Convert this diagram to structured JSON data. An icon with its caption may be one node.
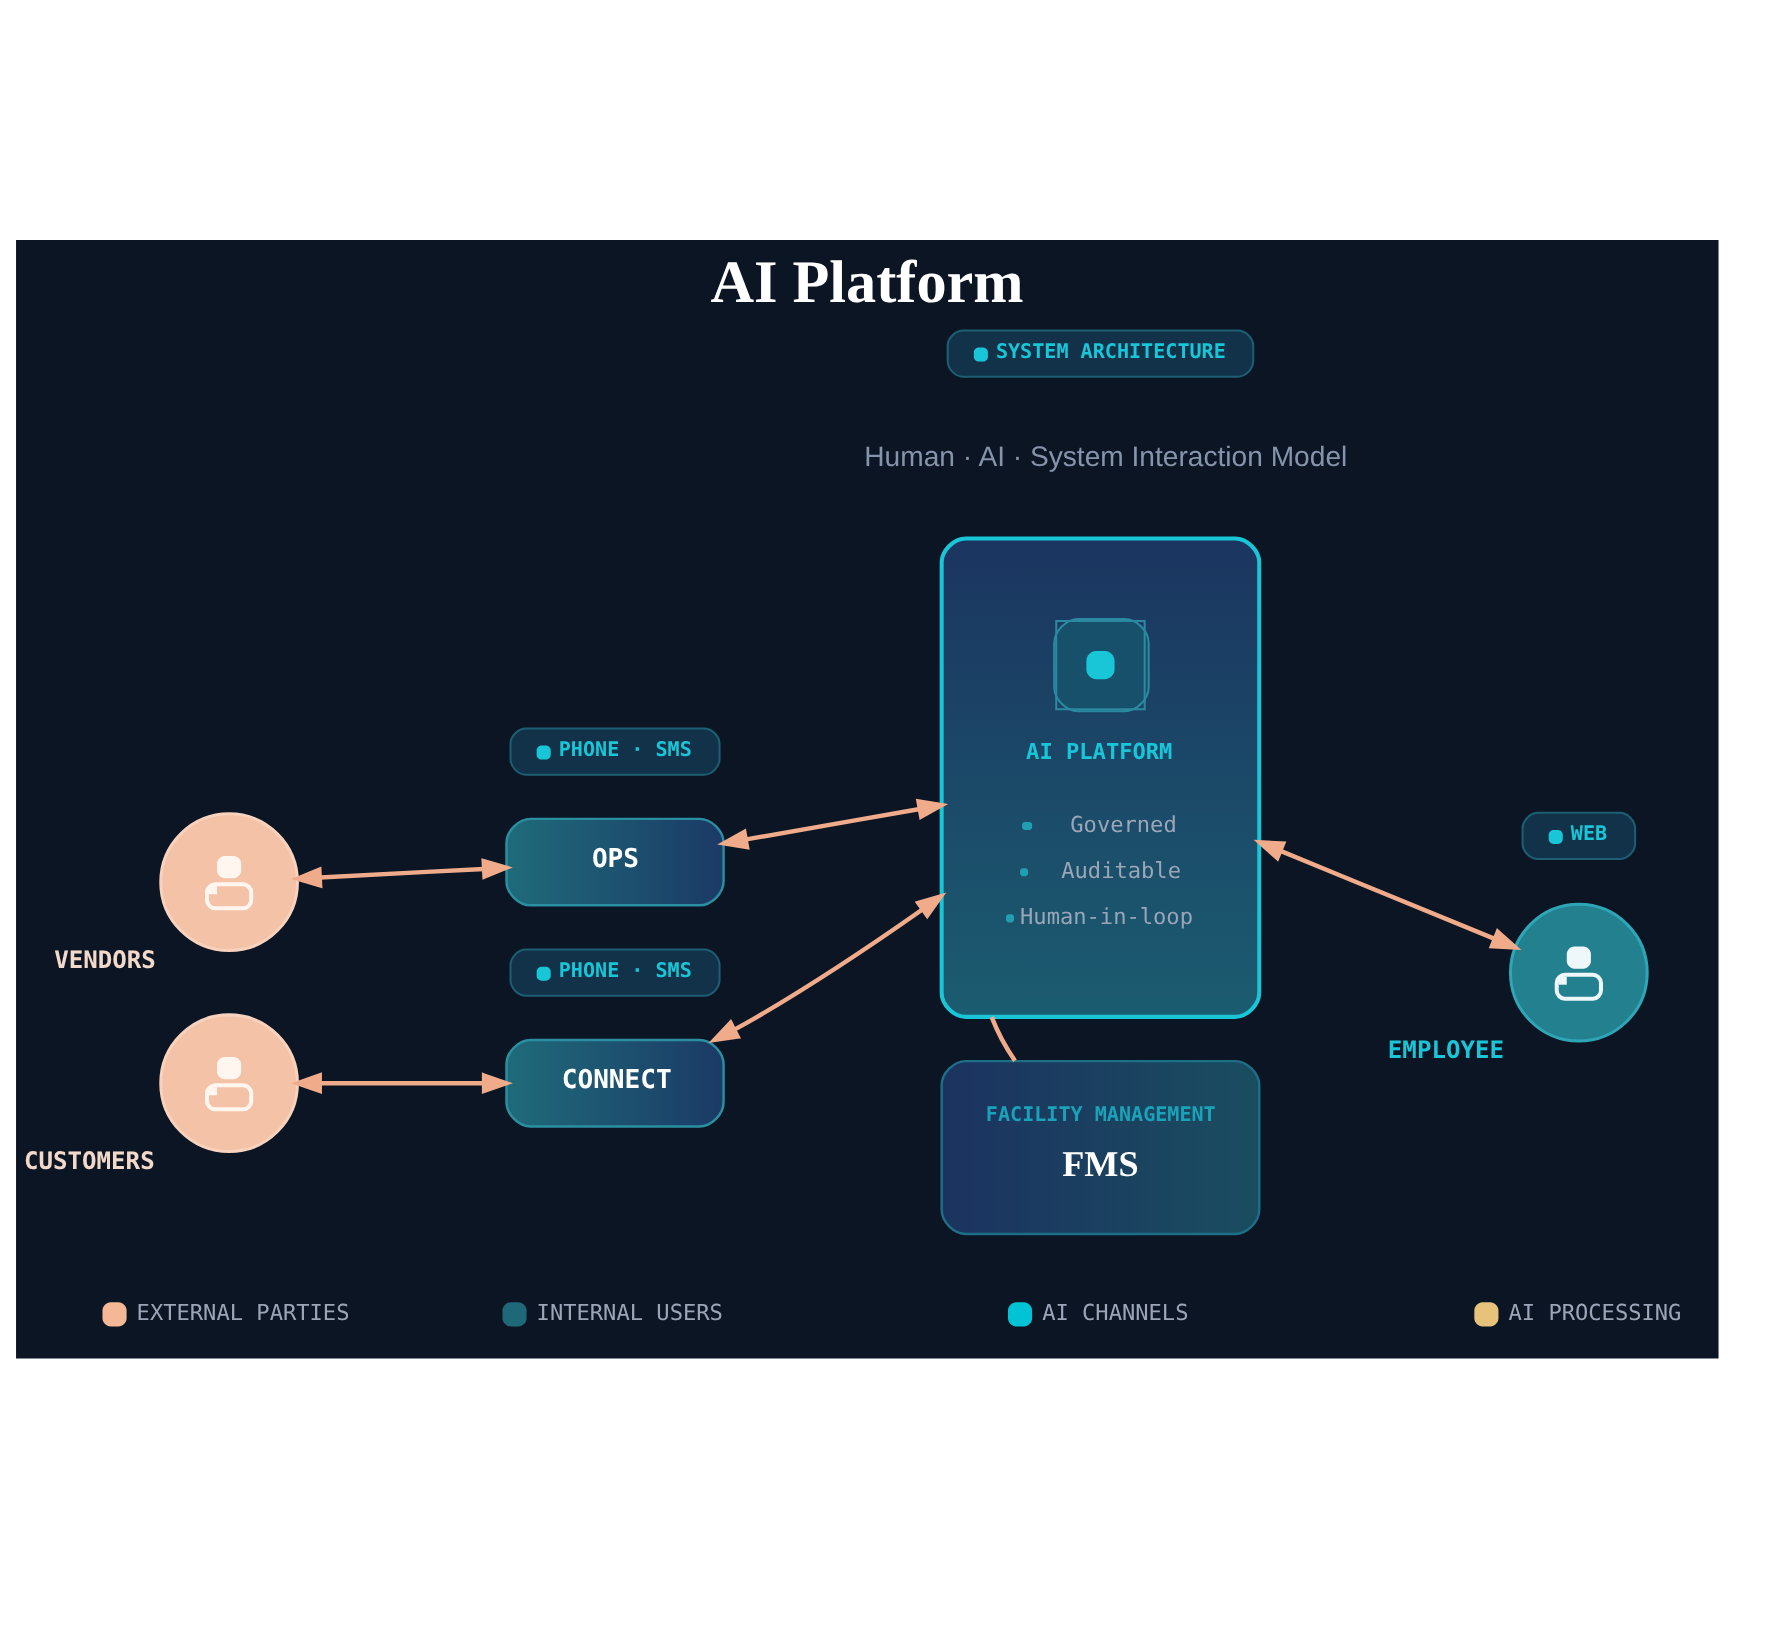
{
  "diagram": {
    "title": "AI Platform",
    "nodes": [
      {
        "text": [
          "SYSTEM ARCHITECTURE"
        ]
      },
      {
        "text": [
          "AI PLATFORM",
          "Governed",
          "Auditable",
          "Human-in-loop"
        ]
      },
      {
        "text": [
          "VENDORS"
        ]
      },
      {
        "text": [
          "PHONE · SMS"
        ]
      },
      {
        "text": [
          "OPS"
        ]
      },
      {
        "text": [
          "WEB"
        ]
      },
      {
        "text": [
          "EMPLOYEE"
        ]
      },
      {
        "text": [
          "CUSTOMERS"
        ]
      },
      {
        "text": [
          "PHONE · SMS"
        ]
      },
      {
        "text": [
          "CONNECT"
        ]
      },
      {
        "text": [
          "FACILITY MANAGEMENT",
          "FMS"
        ]
      }
    ],
    "edges": [
      {
        "from": 2,
        "to": 4,
        "arrow": "both"
      },
      {
        "from": 4,
        "to": 1,
        "arrow": "both"
      },
      {
        "from": 1,
        "to": 6,
        "arrow": "both"
      },
      {
        "from": 7,
        "to": 9,
        "arrow": "both"
      },
      {
        "from": 9,
        "to": 1,
        "arrow": "both"
      },
      {
        "from": 1,
        "to": 10,
        "arrow": "none"
      }
    ],
    "labels": [
      "Human · AI · System Interaction Model"
    ],
    "legend": [
      {
        "text": "EXTERNAL PARTIES",
        "color": "#f4b896"
      },
      {
        "text": "INTERNAL USERS",
        "color": "#1e6878"
      },
      {
        "text": "AI CHANNELS",
        "color": "#00c4d6"
      },
      {
        "text": "AI PROCESSING",
        "color": "#e6c27a"
      }
    ]
  }
}
